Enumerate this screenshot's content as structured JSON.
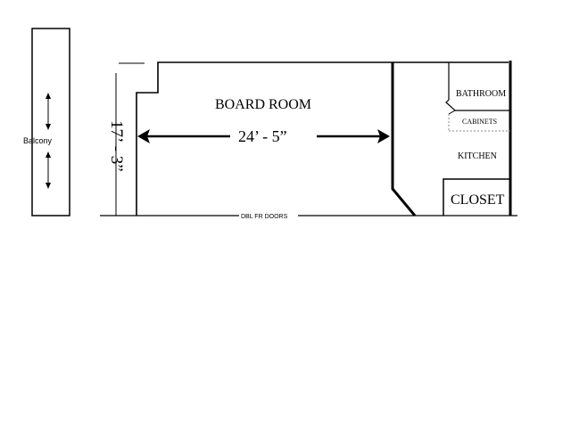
{
  "plan": {
    "balcony_label": "Balcony",
    "board_room_label": "BOARD ROOM",
    "width_dimension": "24’ - 5”",
    "depth_dimension": "17’ - 3”",
    "bathroom_label": "BATHROOM",
    "cabinets_label": "CABINETS",
    "kitchen_label": "KITCHEN",
    "closet_label": "CLOSET",
    "doors_label": "DBL FR DOORS"
  },
  "colors": {
    "line": "#000000",
    "background": "#ffffff",
    "dashed_line": "#888888"
  }
}
